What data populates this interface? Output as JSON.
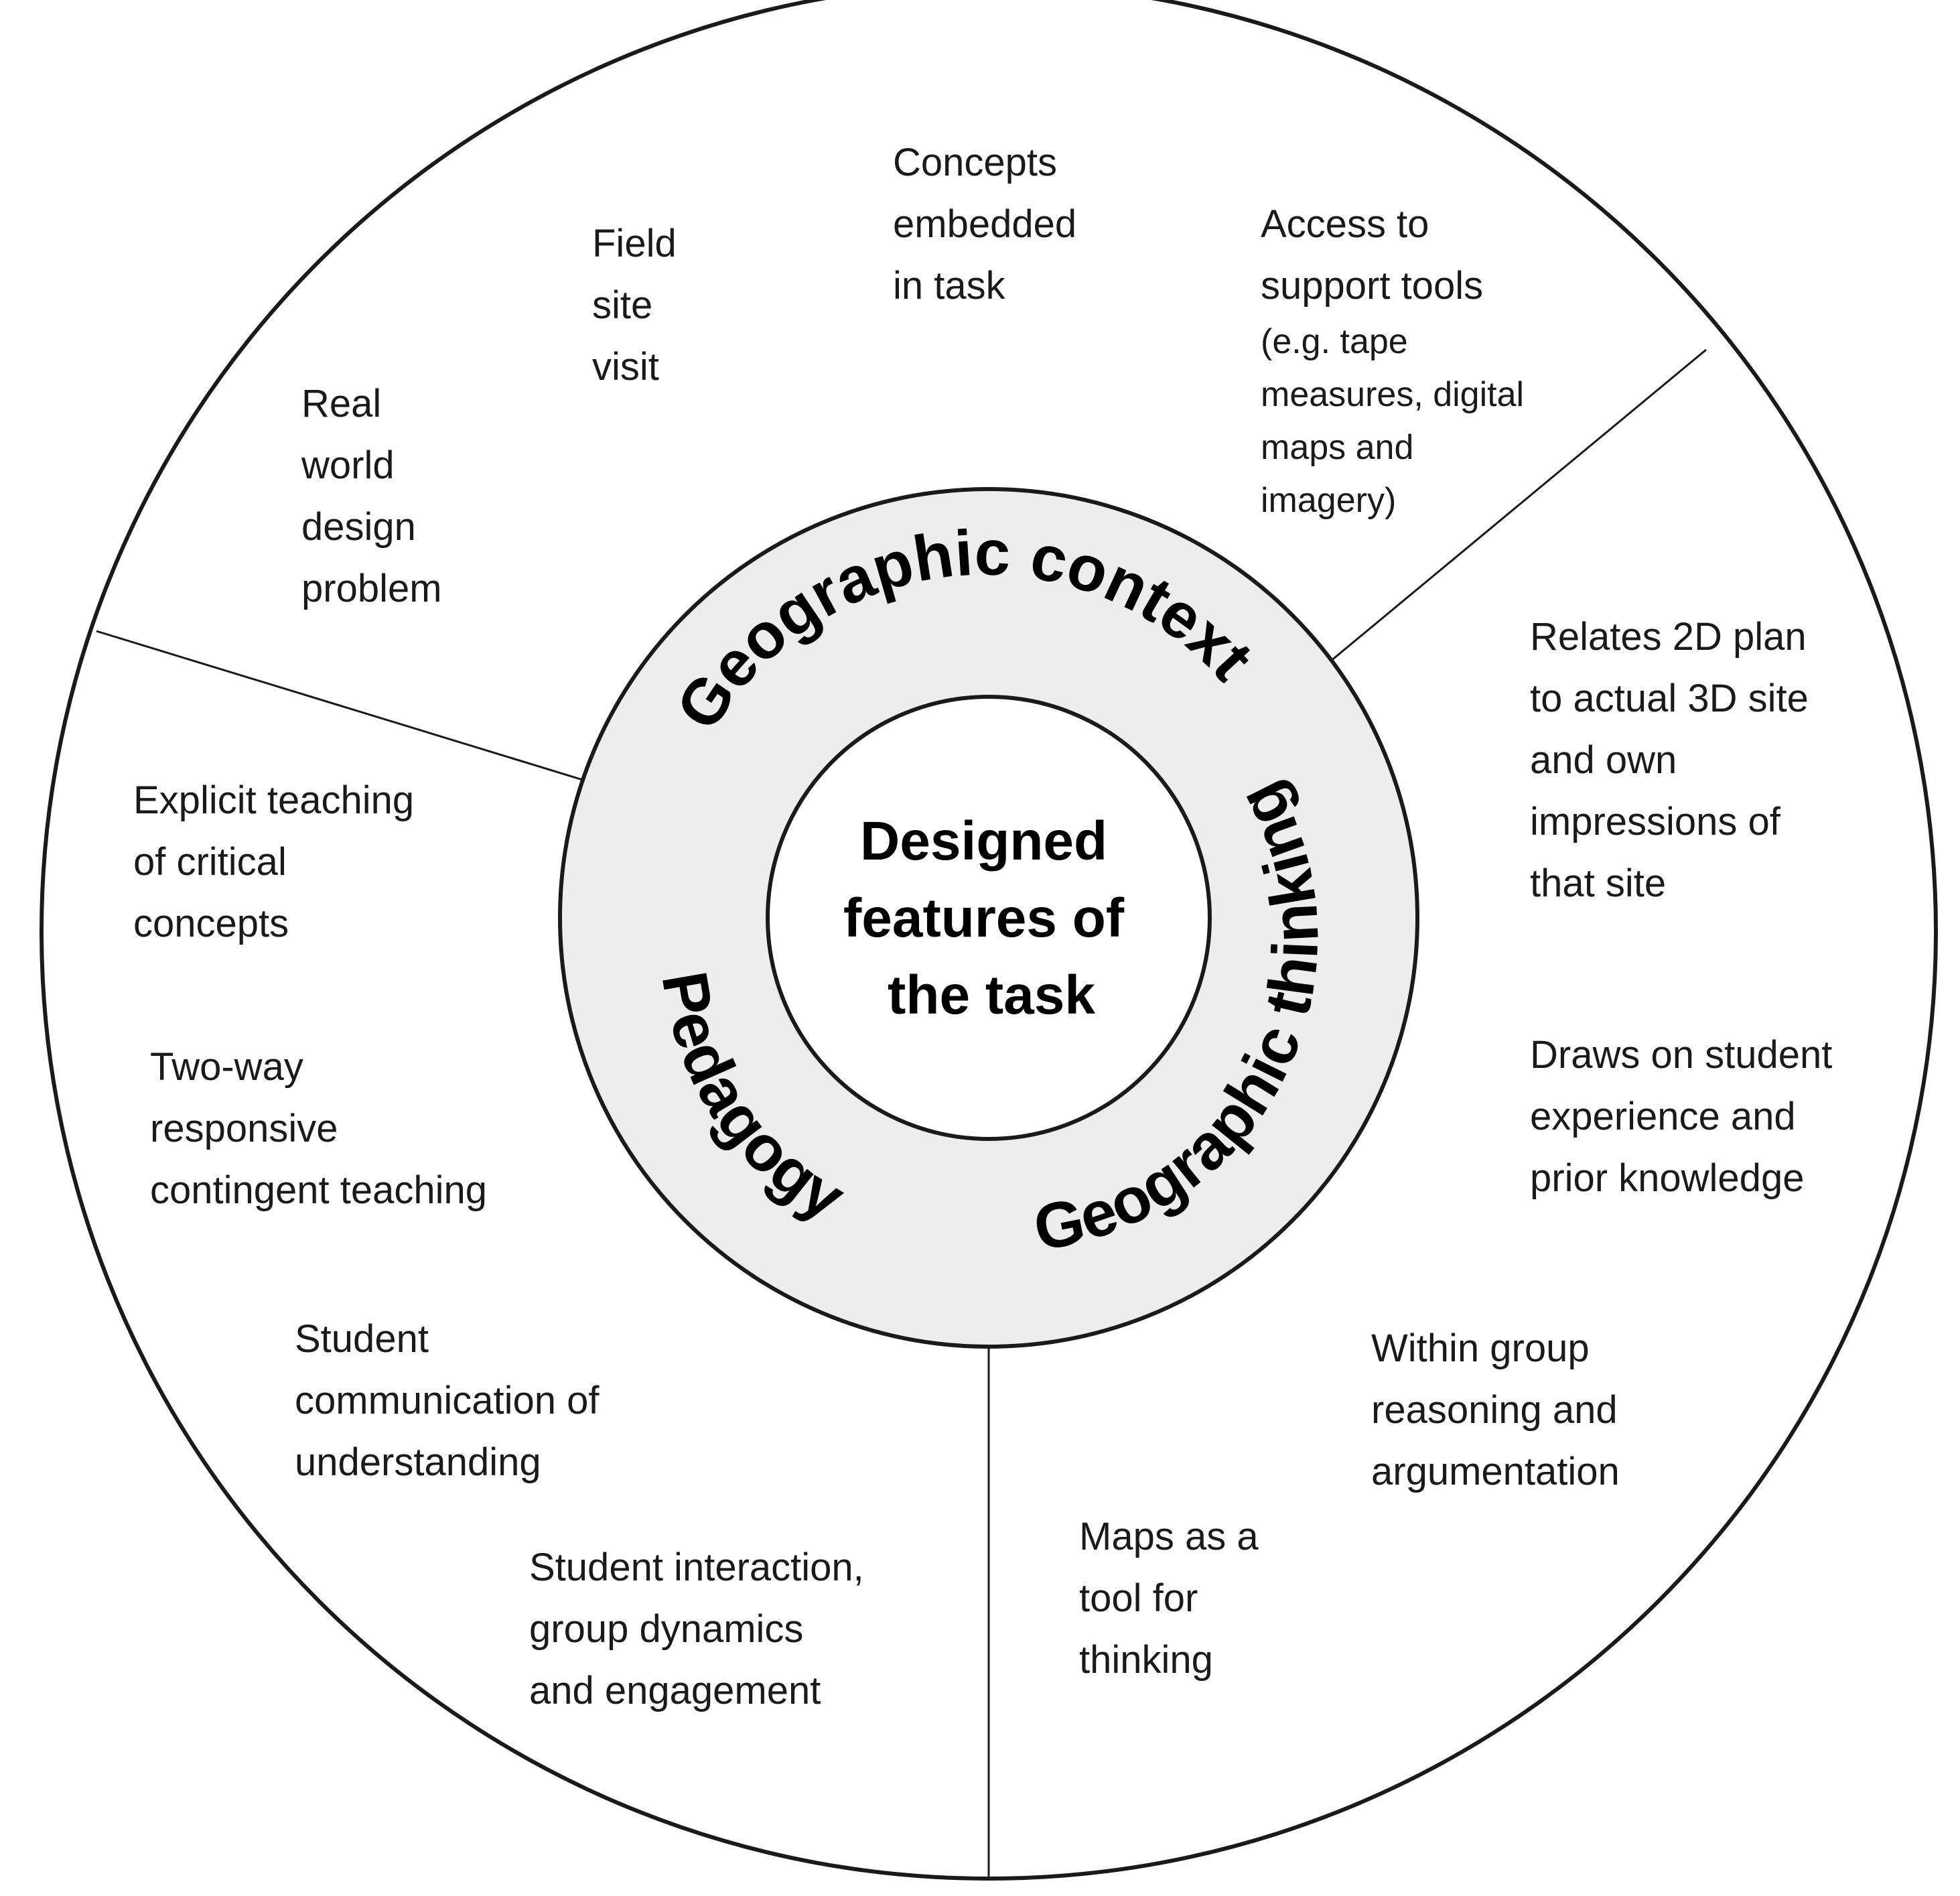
{
  "colors": {
    "ring_fill": "#ededed",
    "line": "#1a1a1a",
    "background": "#ffffff"
  },
  "center": {
    "lines": [
      "Designed",
      "features of",
      "the task"
    ]
  },
  "sectors": [
    {
      "id": "geographic-context",
      "title": "Geographic context",
      "items": [
        {
          "id": "real-world-design-problem",
          "lines": [
            "Real",
            "world",
            "design",
            "problem"
          ]
        },
        {
          "id": "field-site-visit",
          "lines": [
            "Field",
            "site",
            "visit"
          ]
        },
        {
          "id": "concepts-embedded",
          "lines": [
            "Concepts",
            "embedded",
            "in task"
          ]
        },
        {
          "id": "access-support-tools",
          "lines": [
            "Access to",
            "support tools"
          ],
          "sub_lines": [
            "(e.g. tape",
            "measures, digital",
            "maps and",
            "imagery)"
          ]
        }
      ]
    },
    {
      "id": "geographic-thinking",
      "title": "Geographic thinking",
      "items": [
        {
          "id": "relates-2d-plan",
          "lines": [
            "Relates 2D plan",
            "to actual 3D site",
            "and own",
            "impressions of",
            "that site"
          ]
        },
        {
          "id": "draws-on-experience",
          "lines": [
            "Draws on student",
            "experience and",
            "prior knowledge"
          ]
        },
        {
          "id": "within-group-reasoning",
          "lines": [
            "Within group",
            "reasoning and",
            "argumentation"
          ]
        },
        {
          "id": "maps-tool-thinking",
          "lines": [
            "Maps as a",
            "tool for",
            "thinking"
          ]
        }
      ]
    },
    {
      "id": "pedagogy",
      "title": "Pedagogy",
      "items": [
        {
          "id": "explicit-teaching",
          "lines": [
            "Explicit teaching",
            "of critical",
            "concepts"
          ]
        },
        {
          "id": "two-way-teaching",
          "lines": [
            "Two-way",
            "responsive",
            "contingent teaching"
          ]
        },
        {
          "id": "student-communication",
          "lines": [
            "Student",
            "communication of",
            "understanding"
          ]
        },
        {
          "id": "student-interaction",
          "lines": [
            "Student interaction,",
            "group dynamics",
            "and engagement"
          ]
        }
      ]
    }
  ]
}
